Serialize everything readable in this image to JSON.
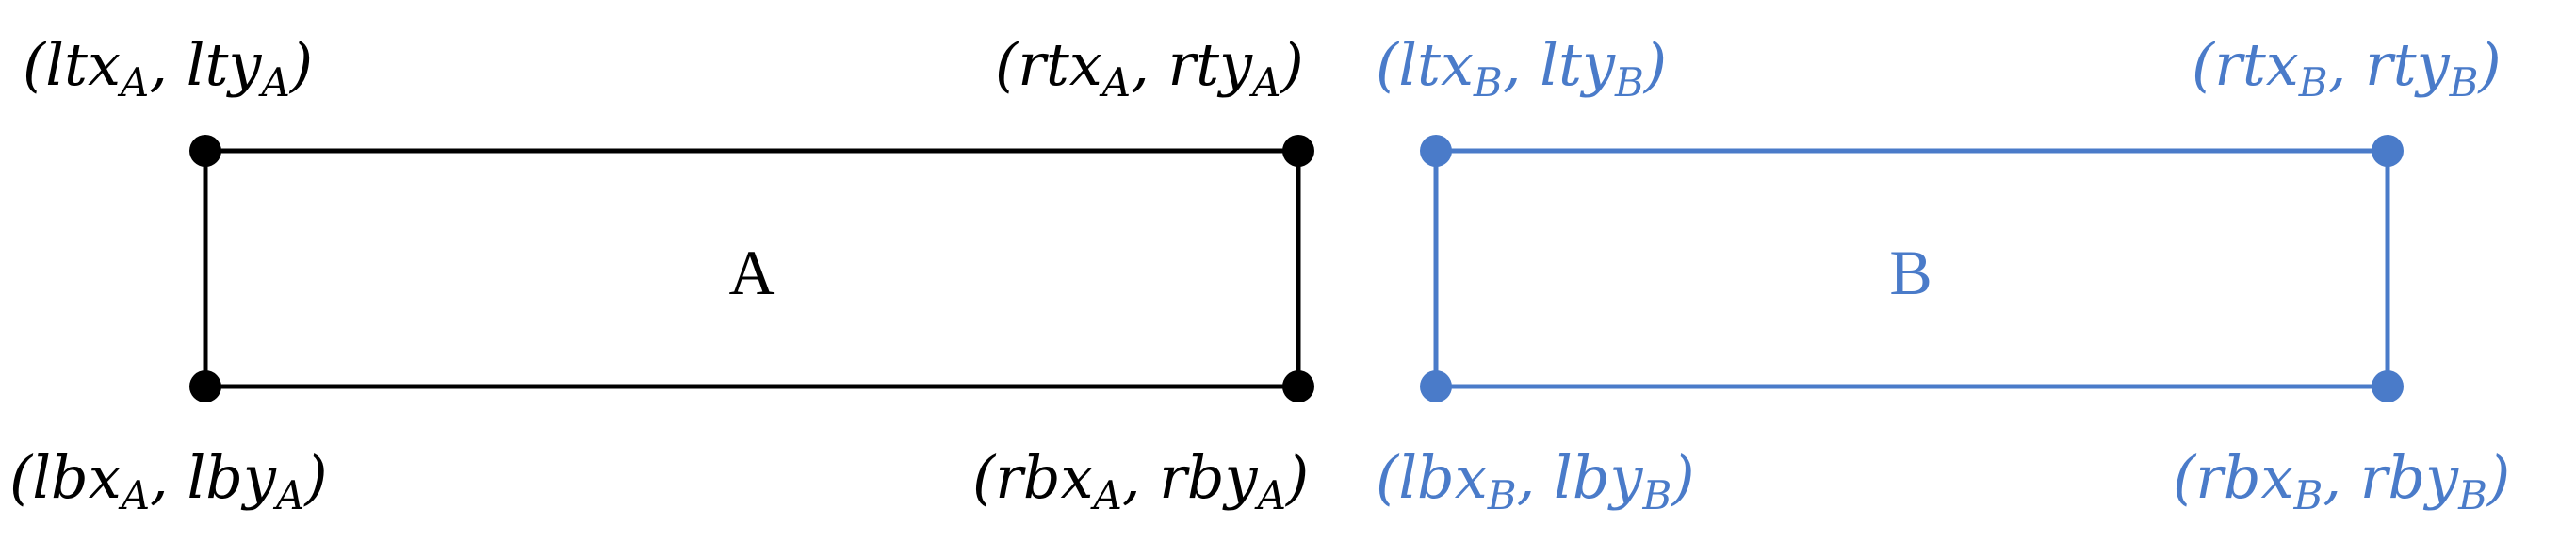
{
  "colors": {
    "rect_a": "#000000",
    "rect_b": "#4a7bc9",
    "background": "#ffffff"
  },
  "rect_a": {
    "name": "A",
    "corners": {
      "lt": {
        "x": "ltx",
        "y": "lty",
        "sub": "A"
      },
      "rt": {
        "x": "rtx",
        "y": "rty",
        "sub": "A"
      },
      "lb": {
        "x": "lbx",
        "y": "lby",
        "sub": "A"
      },
      "rb": {
        "x": "rbx",
        "y": "rby",
        "sub": "A"
      }
    }
  },
  "rect_b": {
    "name": "B",
    "corners": {
      "lt": {
        "x": "ltx",
        "y": "lty",
        "sub": "B"
      },
      "rt": {
        "x": "rtx",
        "y": "rty",
        "sub": "B"
      },
      "lb": {
        "x": "lbx",
        "y": "lby",
        "sub": "B"
      },
      "rb": {
        "x": "rbx",
        "y": "rby",
        "sub": "B"
      }
    }
  }
}
